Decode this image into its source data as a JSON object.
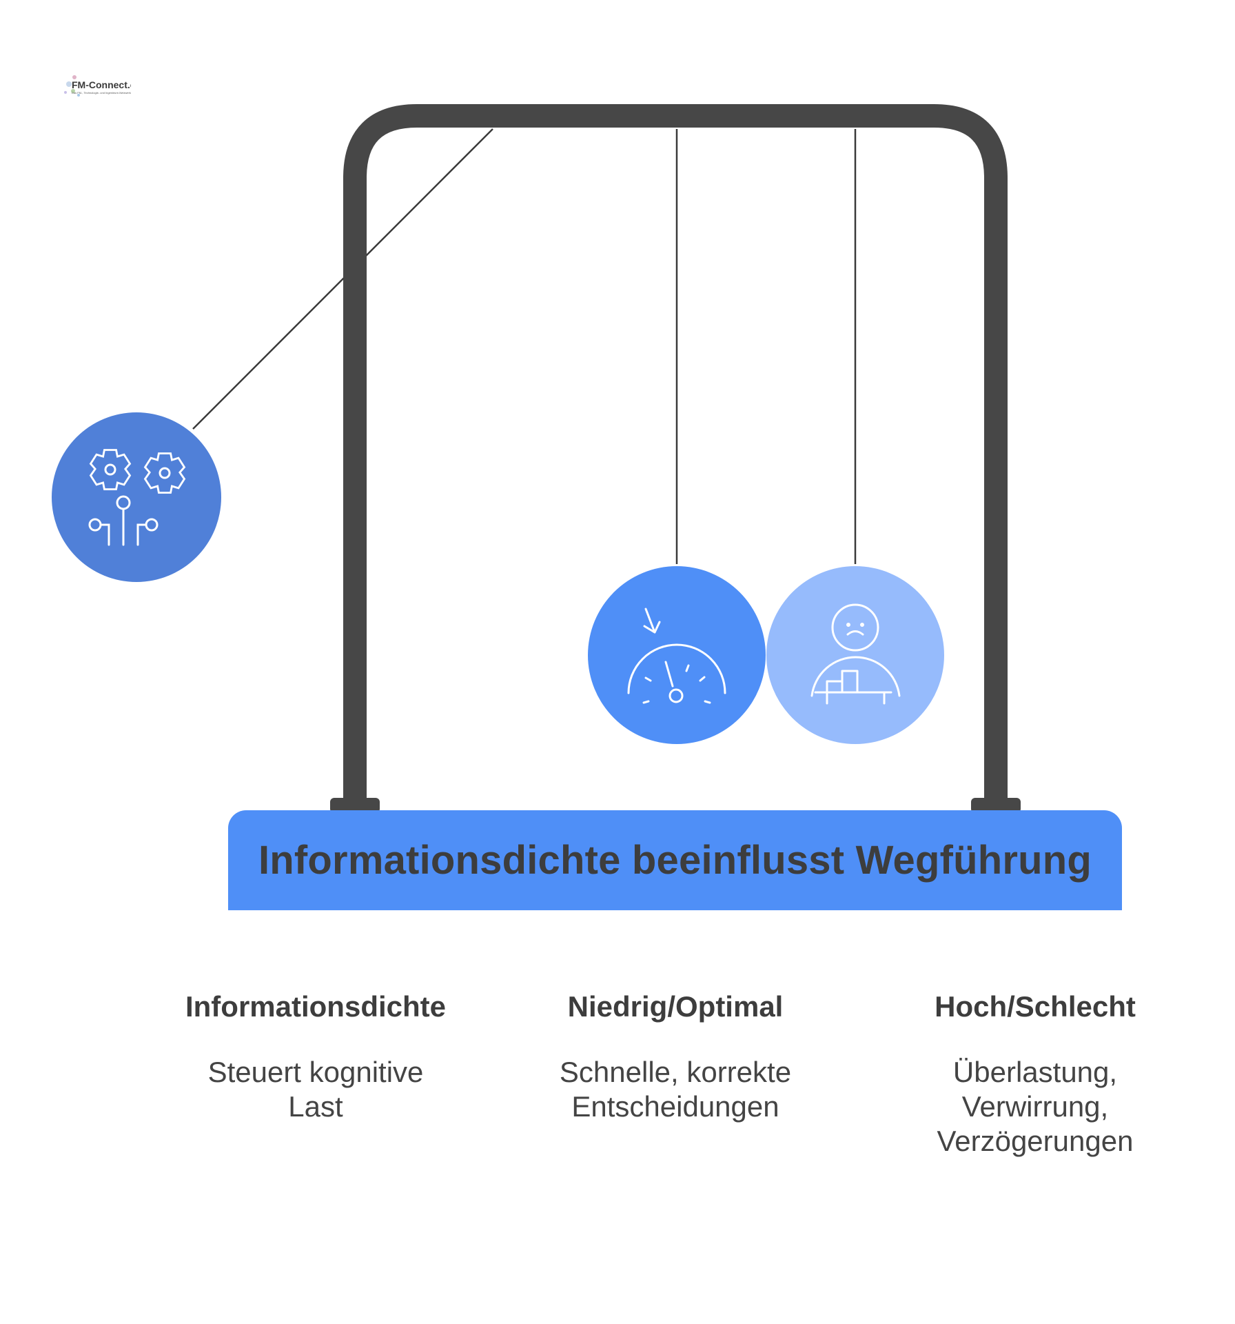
{
  "logo": {
    "text": "FM-Connect.com",
    "tagline": "Das FM-, Technologie- und Ingenieure-Netzwerk"
  },
  "title": "Informationsdichte beeinflusst Wegführung",
  "columns": [
    {
      "heading": "Informationsdichte",
      "description": "Steuert kognitive\nLast"
    },
    {
      "heading": "Niedrig/Optimal",
      "description": "Schnelle, korrekte\nEntscheidungen"
    },
    {
      "heading": "Hoch/Schlecht",
      "description": "Überlastung,\nVerwirrung,\nVerzögerungen"
    }
  ],
  "balls": [
    {
      "icon": "gears-circuit-icon",
      "color": "#5080d8"
    },
    {
      "icon": "speedometer-low-icon",
      "color": "#4f8ff7"
    },
    {
      "icon": "confused-person-icon",
      "color": "#96bbfc"
    }
  ],
  "colors": {
    "frame": "#474747",
    "base": "#4f8ff7",
    "string": "#3a3a3a",
    "icon_stroke": "#ffffff"
  }
}
